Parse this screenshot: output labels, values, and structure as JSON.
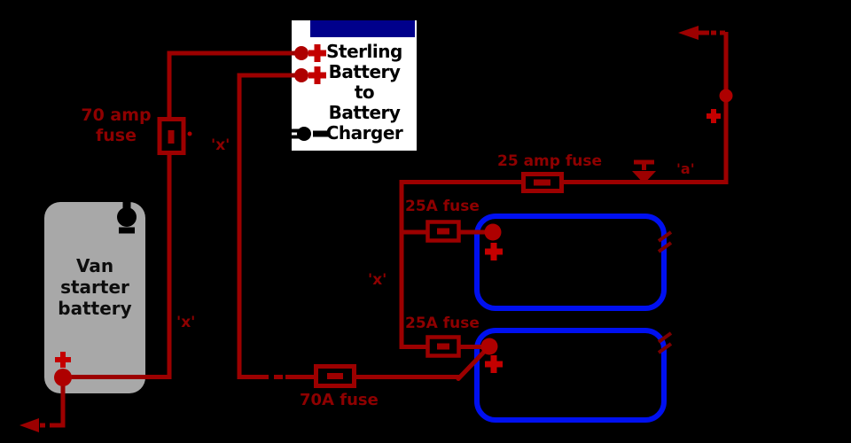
{
  "colors": {
    "bg": "#000000",
    "wire": "#9c0000",
    "dot": "#ae0000",
    "plus": "#c40000",
    "label": "#8e0000",
    "break": "#7a0000",
    "blue": "#0010f0",
    "navy": "#00008b",
    "gray": "#a8a8a8",
    "white": "#ffffff"
  },
  "charger": {
    "name": "Sterling Battery to Battery Charger",
    "lines": [
      "Sterling",
      "Battery",
      "to",
      "Battery",
      "Charger"
    ]
  },
  "van_battery": {
    "name": "Van starter battery",
    "lines": [
      "Van",
      "starter",
      "battery"
    ]
  },
  "leisure_batteries": {
    "count": 2,
    "outline_color": "#0010f0"
  },
  "fuses": {
    "main_vertical": {
      "label_line1": "70 amp",
      "label_line2": "fuse"
    },
    "top_feed": {
      "label": "25 amp fuse"
    },
    "branch_top": {
      "label": "25A fuse"
    },
    "branch_bottom": {
      "label": "25A fuse"
    },
    "main_horizontal": {
      "label": "70A fuse"
    }
  },
  "wire_labels": {
    "x1": "'x'",
    "x2": "'x'",
    "x3": "'x'",
    "a": "'a'"
  },
  "icons": {
    "plus-icon": "+",
    "minus-icon": "-",
    "terminal-dot-icon": "●",
    "arrow-left-icon": "◀",
    "switch-icon": "▼",
    "wire-break-icon": "//"
  }
}
